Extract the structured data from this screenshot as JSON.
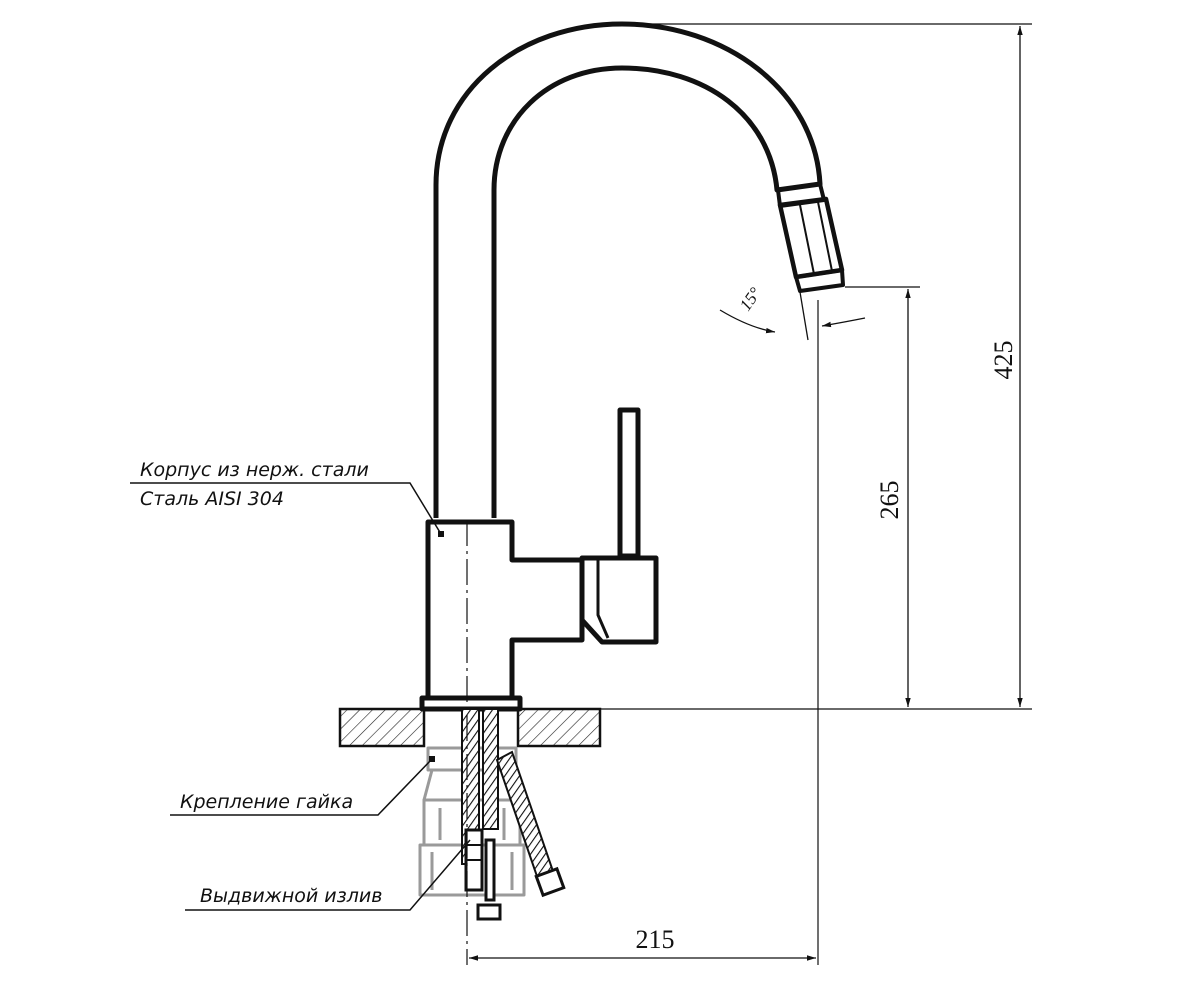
{
  "callouts": {
    "body_line1": "Корпус из нерж. стали",
    "body_line2": "Сталь AISI 304",
    "nut": "Крепление гайка",
    "spout": "Выдвижной излив"
  },
  "dimensions": {
    "total_height": "425",
    "spout_height": "265",
    "reach": "215",
    "angle": "15°"
  }
}
